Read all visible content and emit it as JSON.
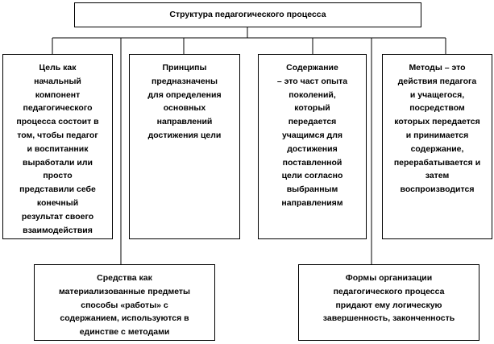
{
  "diagram": {
    "root": "Структура педагогического процесса",
    "goal": "Цель как\nначальный\nкомпонент\nпедагогического\nпроцесса состоит в\nтом, чтобы педагог\nи воспитанник\nвыработали или\nпросто\nпредставили себе\nконечный\nрезультат своего\nвзаимодействия",
    "principles": "Принципы\nпредназначены\nдля определения\nосновных\nнаправлений\nдостижения цели",
    "content": "Содержание\n– это част опыта\nпоколений,\nкоторый\nпередается\nучащимся для\nдостижения\nпоставленной\nцели согласно\nвыбранным\nнаправлениям",
    "methods": "Методы – это\nдействия педагога\nи учащегося,\nпосредством\nкоторых передается\nи принимается\nсодержание,\nперерабатывается и\nзатем\nвоспроизводится",
    "means": "Средства как\nматериализованные предметы\nспособы «работы» с\nсодержанием, используются в\nединстве с методами",
    "forms": "Формы организации\nпедагогического процесса\nпридают ему логическую\nзавершенность, законченность"
  },
  "colors": {
    "line": "#000000",
    "background": "#ffffff"
  }
}
